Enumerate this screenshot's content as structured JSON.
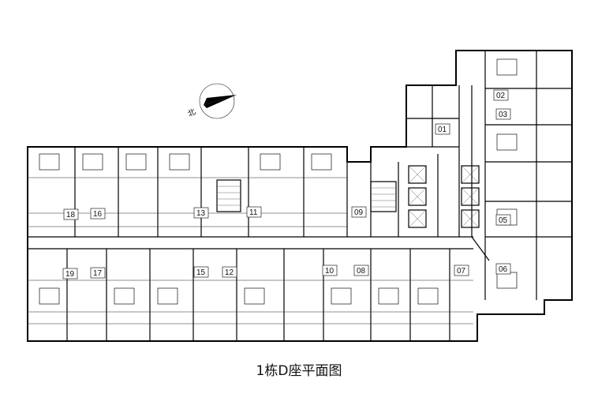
{
  "caption": "1栋D座平面图",
  "north_arrow": {
    "label": "北",
    "icon": "north-arrow-icon"
  },
  "units": [
    "01",
    "02",
    "03",
    "05",
    "06",
    "07",
    "08",
    "09",
    "10",
    "11",
    "12",
    "13",
    "15",
    "16",
    "17",
    "18",
    "19"
  ]
}
